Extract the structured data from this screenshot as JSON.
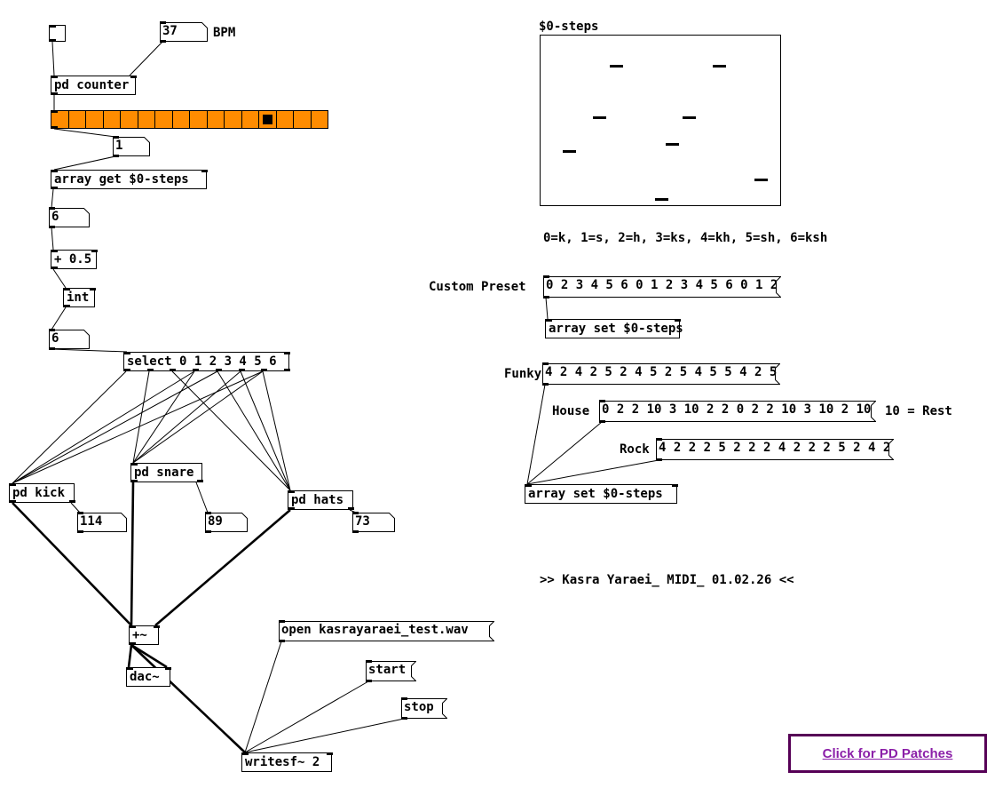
{
  "patch": {
    "toggle_on": false,
    "bpm_value": "37",
    "bpm_label": "BPM",
    "counter_obj": "pd counter",
    "step_value": "1",
    "array_get_obj": "array get $0-steps",
    "raw_value": "6",
    "add_obj": "+ 0.5",
    "int_obj": "int",
    "int_value": "6",
    "select_obj": "select 0 1 2 3 4 5 6",
    "kick_obj": "pd kick",
    "snare_obj": "pd snare",
    "hats_obj": "pd hats",
    "kick_value": "114",
    "snare_value": "89",
    "hats_value": "73",
    "sum_obj": "+~",
    "dac_obj": "dac~",
    "open_msg": "open kasrayaraei_test.wav",
    "start_msg": "start",
    "stop_msg": "stop",
    "writesf_obj": "writesf~ 2"
  },
  "hradio": {
    "cells": 16,
    "selected": 12,
    "color": "#ff8c00"
  },
  "steps_graph": {
    "title": "$0-steps",
    "legend": "0=k, 1=s, 2=h, 3=ks, 4=kh, 5=sh, 6=ksh",
    "dashes": [
      [
        25,
        129
      ],
      [
        59,
        91
      ],
      [
        78,
        33
      ],
      [
        129,
        183
      ],
      [
        141,
        121
      ],
      [
        160,
        91
      ],
      [
        194,
        33
      ],
      [
        241,
        161
      ]
    ]
  },
  "presets": {
    "custom_label": "Custom Preset",
    "custom_msg": "0 2 3 4 5 6 0 1 2 3 4 5 6 0 1 2",
    "array_set_1": "array set $0-steps",
    "funky_label": "Funky",
    "funky_msg": "4 2 4 2 5 2 4 5 2 5 4 5 5 4 2 5",
    "house_label": "House",
    "house_msg": "0 2 2 10 3 10 2 2 0 2 2 10 3 10 2 10",
    "rest_note": "10 = Rest",
    "rock_label": "Rock",
    "rock_msg": "4 2 2 2 5 2 2 2 4 2 2 2 5 2 4 2",
    "array_set_2": "array set $0-steps"
  },
  "credit": ">> Kasra Yaraei_ MIDI_ 01.02.26 <<",
  "link": {
    "label": "Click for PD Patches"
  },
  "wires": {
    "thin": [
      [
        59,
        47,
        61,
        85
      ],
      [
        183,
        47,
        146,
        85
      ],
      [
        61,
        107,
        61,
        124
      ],
      [
        61,
        145,
        130,
        154
      ],
      [
        130,
        176,
        61,
        191
      ],
      [
        60,
        213,
        58,
        234
      ],
      [
        58,
        256,
        60,
        281
      ],
      [
        60,
        303,
        74,
        324
      ],
      [
        74,
        346,
        58,
        371
      ],
      [
        58,
        393,
        143,
        396
      ],
      [
        142,
        418,
        14,
        544
      ],
      [
        219,
        418,
        14,
        544
      ],
      [
        245,
        418,
        14,
        544
      ],
      [
        296,
        418,
        14,
        544
      ],
      [
        168,
        418,
        150,
        521
      ],
      [
        219,
        418,
        150,
        521
      ],
      [
        271,
        418,
        150,
        521
      ],
      [
        296,
        418,
        150,
        521
      ],
      [
        194,
        418,
        327,
        552
      ],
      [
        245,
        418,
        327,
        552
      ],
      [
        271,
        418,
        327,
        552
      ],
      [
        296,
        418,
        327,
        552
      ],
      [
        80,
        566,
        90,
        577
      ],
      [
        221,
        543,
        234,
        577
      ],
      [
        394,
        574,
        401,
        577
      ],
      [
        317,
        722,
        276,
        847
      ],
      [
        415,
        767,
        276,
        847
      ],
      [
        455,
        809,
        276,
        847
      ],
      [
        615,
        335,
        617,
        359
      ],
      [
        614,
        433,
        594,
        545
      ],
      [
        678,
        475,
        594,
        545
      ],
      [
        742,
        518,
        594,
        545
      ]
    ],
    "thick": [
      [
        14,
        566,
        148,
        704
      ],
      [
        150,
        543,
        148,
        704
      ],
      [
        327,
        574,
        175,
        704
      ],
      [
        148,
        726,
        145,
        751
      ],
      [
        148,
        726,
        188,
        751
      ],
      [
        148,
        726,
        276,
        847
      ]
    ]
  }
}
